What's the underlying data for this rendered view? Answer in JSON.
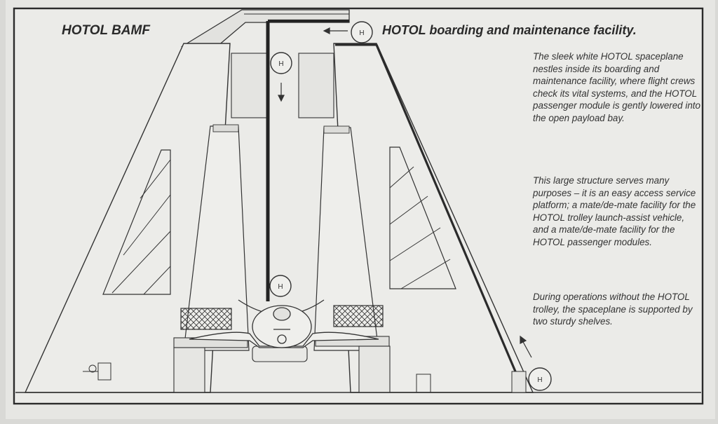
{
  "header": {
    "left_title": "HOTOL BAMF",
    "right_title": "HOTOL boarding and maintenance facility."
  },
  "captions": [
    "The sleek white HOTOL spaceplane nestles inside its boarding and maintenance facility, where flight crews check its vital systems, and the HOTOL passenger module is gently lowered into the open payload bay.",
    "This large structure serves many purposes – it is an easy access service platform; a mate/de-mate facility for the HOTOL trolley launch-assist vehicle, and a mate/de-mate facility for the HOTOL passenger modules.",
    "During operations without the HOTOL trolley, the spaceplane is supported by two sturdy shelves."
  ],
  "hoist_label": "H",
  "colors": {
    "paper": "#e9e9e6",
    "ink": "#2b2b2b"
  }
}
